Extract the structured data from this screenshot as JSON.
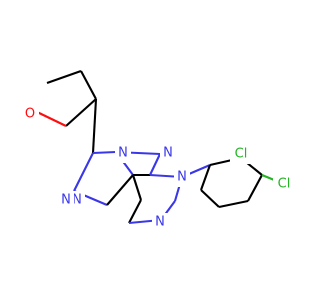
{
  "molecule": {
    "colors": {
      "bond": "#000000",
      "nitrogen": "#3a37e8",
      "oxygen": "#ff0d0d",
      "chlorine": "#23b523"
    },
    "atoms": {
      "o_thf": {
        "label": "O",
        "element": "O"
      },
      "n_triazole_top": {
        "label": "N",
        "element": "N"
      },
      "n_triazole_mid": {
        "label": "N",
        "element": "N"
      },
      "n_triazole_left": {
        "label": "N",
        "element": "N"
      },
      "n_pyrimidine": {
        "label": "N",
        "element": "N"
      },
      "n_pyrazole_aryl": {
        "label": "N",
        "element": "N"
      },
      "n_pyrazole_bottom": {
        "label": "N",
        "element": "N"
      },
      "cl_top": {
        "label": "Cl",
        "element": "Cl"
      },
      "cl_right": {
        "label": "Cl",
        "element": "Cl"
      }
    }
  }
}
